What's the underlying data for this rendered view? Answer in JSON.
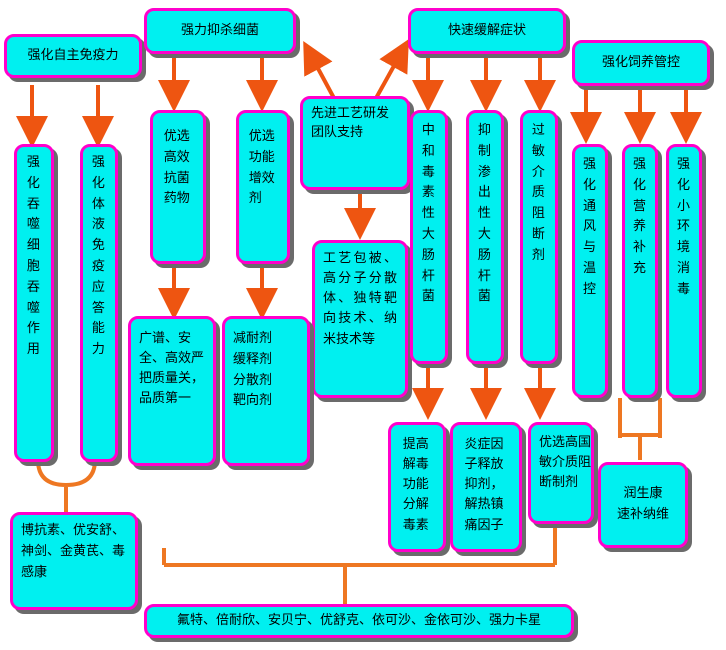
{
  "colors": {
    "box_fill": "#00f0f0",
    "box_border": "#ff00cc",
    "arrow": "#ee5511",
    "connector": "#ee7722",
    "shadow": "#6b6b6b"
  },
  "nodes": {
    "strengthen_immunity": "强化自主免疫力",
    "inhibit_bacteria": "强力抑杀细菌",
    "rapid_relief": "快速缓解症状",
    "feeding_management": "强化饲养管控",
    "rd_team": "先进工艺研发团队支持",
    "phagocyte": "强化吞噬细胞吞噬作用",
    "humoral_immunity": "强化体液免疫应答能力",
    "antibacterial_drugs": "优选高效抗菌药物",
    "synergist": "优选功能增效剂",
    "process_tech": "工艺包被、高分子分散体、独特靶向技术、纳米技术等",
    "neutralize_toxin": "中和毒素性大肠杆菌",
    "inhibit_exudation": "抑制渗出性大肠杆菌",
    "allergy_blocker": "过敏介质阻断剂",
    "ventilation": "强化通风与温控",
    "nutrition": "强化营养补充",
    "disinfection": "强化小环境消毒",
    "broad_spectrum": "广谱、安全、高效严把质量关，品质第一",
    "slow_release": "减耐剂\n缓释剂\n分散剂\n靶向剂",
    "detox": "提高解毒功能分解毒素",
    "anti_inflammatory": "炎症因子释放抑剂，解热镇痛因子",
    "import_allergy": "优选高国敏介质阻断制剂",
    "nutrition_product": "润生康\n速补纳维",
    "immunity_products": "博抗素、优安舒、神剑、金黄芪、毒感康",
    "product_list": "氟特、倍耐欣、安贝宁、优舒克、依可沙、金依可沙、强力卡星"
  }
}
